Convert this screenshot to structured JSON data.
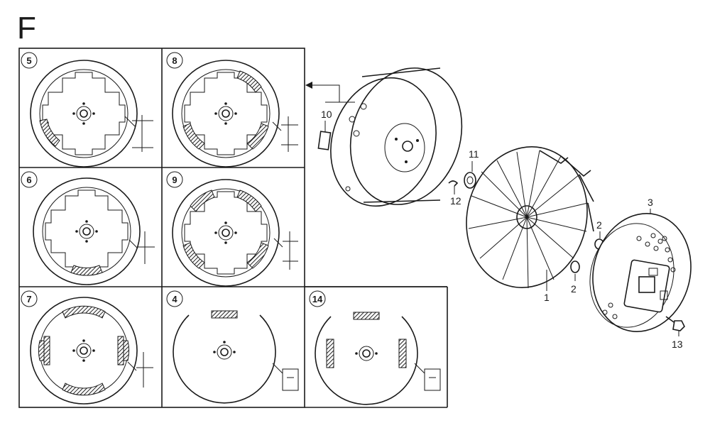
{
  "section_label": "F",
  "panels": [
    {
      "label": "5"
    },
    {
      "label": "8"
    },
    {
      "label": "6"
    },
    {
      "label": "9"
    },
    {
      "label": "7"
    },
    {
      "label": "4"
    },
    {
      "label": "14"
    }
  ],
  "callouts": {
    "c10": "10",
    "c11": "11",
    "c12": "12",
    "c3": "3",
    "c2a": "2",
    "c2b": "2",
    "c1": "1",
    "c13": "13"
  }
}
